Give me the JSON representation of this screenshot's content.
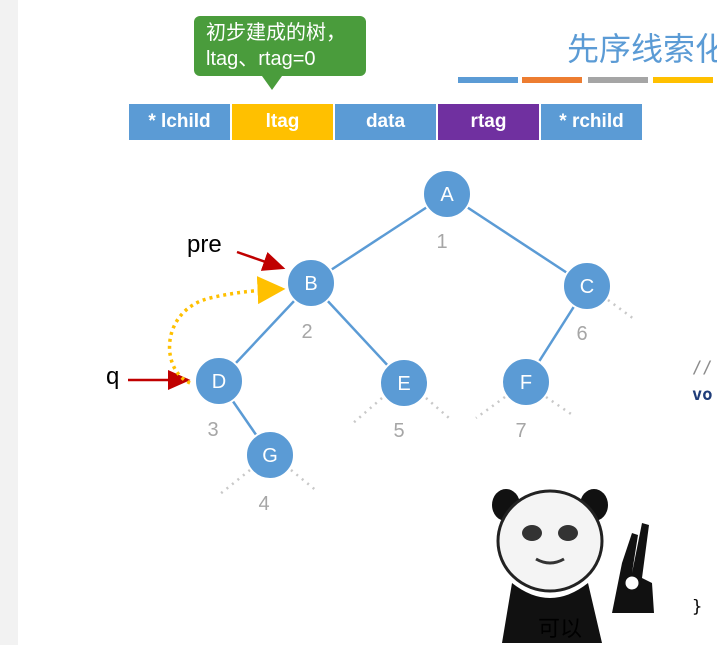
{
  "callout": {
    "line1": "初步建成的树，",
    "line2": "ltag、rtag=0"
  },
  "title": "先序线索化",
  "struct_fields": [
    {
      "label": "* lchild",
      "color": "#5b9bd5"
    },
    {
      "label": "ltag",
      "color": "#ffc000"
    },
    {
      "label": "data",
      "color": "#5b9bd5"
    },
    {
      "label": "rtag",
      "color": "#7030a0"
    },
    {
      "label": "* rchild",
      "color": "#5b9bd5"
    }
  ],
  "rule_colors": [
    "#5b9bd5",
    "#ed7d31",
    "#a5a5a5",
    "#ffc000"
  ],
  "tree": {
    "nodes": [
      {
        "id": "A",
        "order": "1"
      },
      {
        "id": "B",
        "order": "2"
      },
      {
        "id": "C",
        "order": "6"
      },
      {
        "id": "D",
        "order": "3"
      },
      {
        "id": "E",
        "order": "5"
      },
      {
        "id": "F",
        "order": "7"
      },
      {
        "id": "G",
        "order": "4"
      }
    ],
    "edges": [
      [
        "A",
        "B"
      ],
      [
        "A",
        "C"
      ],
      [
        "B",
        "D"
      ],
      [
        "B",
        "E"
      ],
      [
        "C",
        "F"
      ],
      [
        "D",
        "G"
      ]
    ]
  },
  "pointers": {
    "pre": "pre",
    "q": "q"
  },
  "code": {
    "comment": "//",
    "keyword": "vo",
    "brace": "}"
  },
  "meme_caption": "可以",
  "colors": {
    "node": "#5b9bd5",
    "arrow": "#c00000",
    "dotted_arrow": "#ffc000"
  }
}
